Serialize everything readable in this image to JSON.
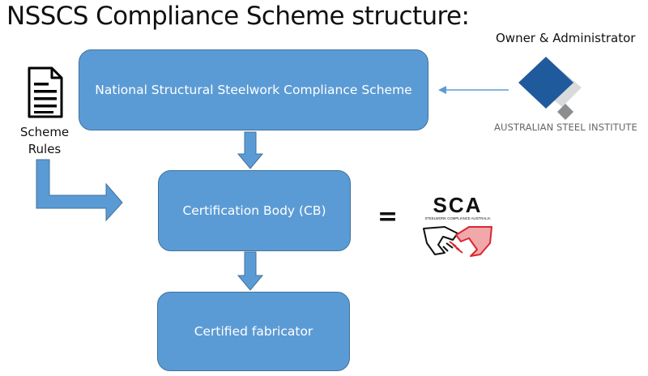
{
  "title": "NSSCS Compliance Scheme structure:",
  "boxes": {
    "nsscs": "National Structural Steelwork Compliance Scheme",
    "cb": "Certification Body (CB)",
    "fabricator": "Certified fabricator"
  },
  "scheme_rules": {
    "line1": "Scheme",
    "line2": "Rules"
  },
  "owner": {
    "label": "Owner & Administrator",
    "org": "AUSTRALIAN STEEL INSTITUTE"
  },
  "equals": "=",
  "sca_logo": {
    "text": "SCA",
    "subtitle": "STEELWORK COMPLIANCE AUSTRALIA"
  },
  "colors": {
    "box_fill": "#5b9bd5",
    "box_border": "#41719c",
    "asi_blue": "#1f5a9c",
    "sca_red": "#d9282f"
  }
}
